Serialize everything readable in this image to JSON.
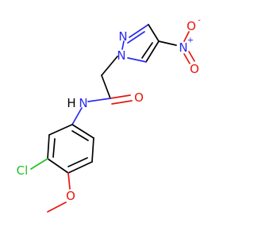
{
  "molecule": {
    "atoms": {
      "N_pyrazole2": {
        "text": "N",
        "color": "#2a2af0"
      },
      "N_pyrazole1": {
        "text": "N",
        "color": "#2a2af0"
      },
      "N_nitro": {
        "text": "N",
        "color": "#2a2af0",
        "charge": "+"
      },
      "O_nitro_top": {
        "text": "O",
        "color": "#e8150b",
        "charge": "-"
      },
      "O_nitro_bottom": {
        "text": "O",
        "color": "#e8150b"
      },
      "O_carbonyl": {
        "text": "O",
        "color": "#e8150b"
      },
      "N_amide": {
        "text": "N",
        "color": "#2a2af0"
      },
      "H_amide": {
        "text": "H",
        "color": "#000000"
      },
      "Cl": {
        "text": "Cl",
        "color": "#22c022"
      },
      "O_methoxy": {
        "text": "O",
        "color": "#e8150b"
      }
    }
  }
}
